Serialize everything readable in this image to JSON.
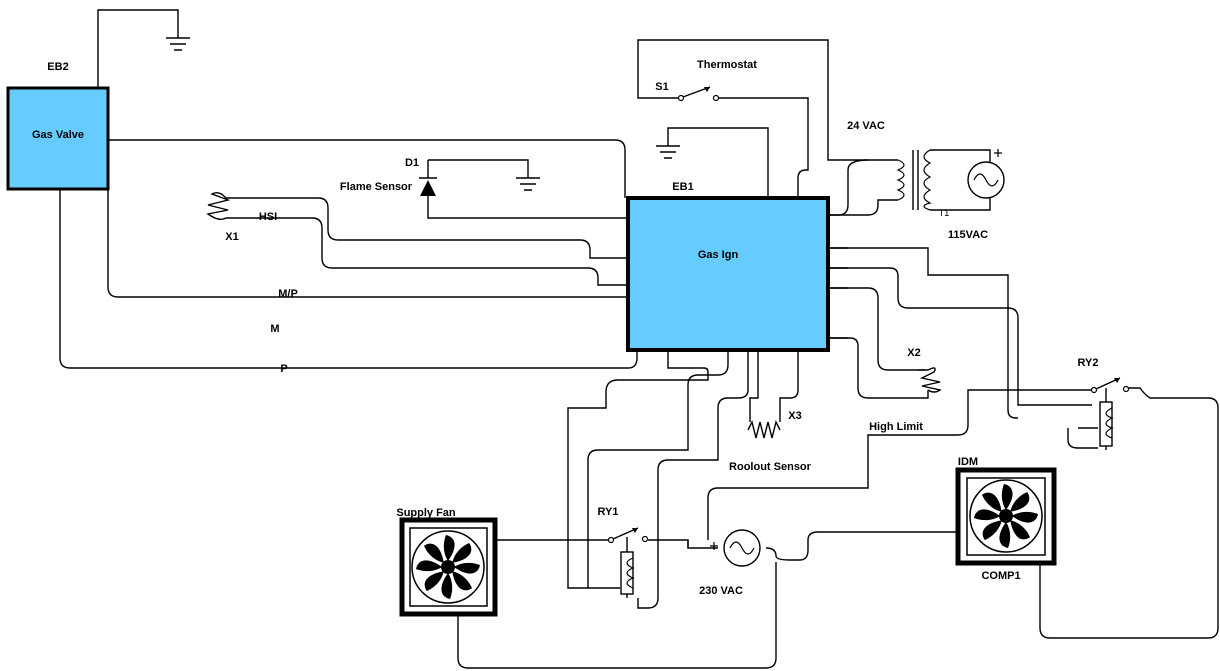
{
  "labels": {
    "eb2": "EB2",
    "gas_valve": "Gas Valve",
    "d1": "D1",
    "flame_sensor": "Flame Sensor",
    "hsi": "HSI",
    "x1": "X1",
    "mp": "M/P",
    "m": "M",
    "p": "P",
    "s1": "S1",
    "thermostat": "Thermostat",
    "eb1": "EB1",
    "gas_ign": "Gas Ign",
    "vac24": "24 VAC",
    "t1": "T1",
    "vac115": "115VAC",
    "x2": "X2",
    "x3": "X3",
    "ry2": "RY2",
    "high_limit": "High Limit",
    "roolout_sensor": "Roolout Sensor",
    "idm": "IDM",
    "comp1": "COMP1",
    "supply_fan": "Supply Fan",
    "ry1": "RY1",
    "vac230": "230 VAC"
  },
  "colors": {
    "box_fill": "#66ccff",
    "wire": "#000000"
  }
}
